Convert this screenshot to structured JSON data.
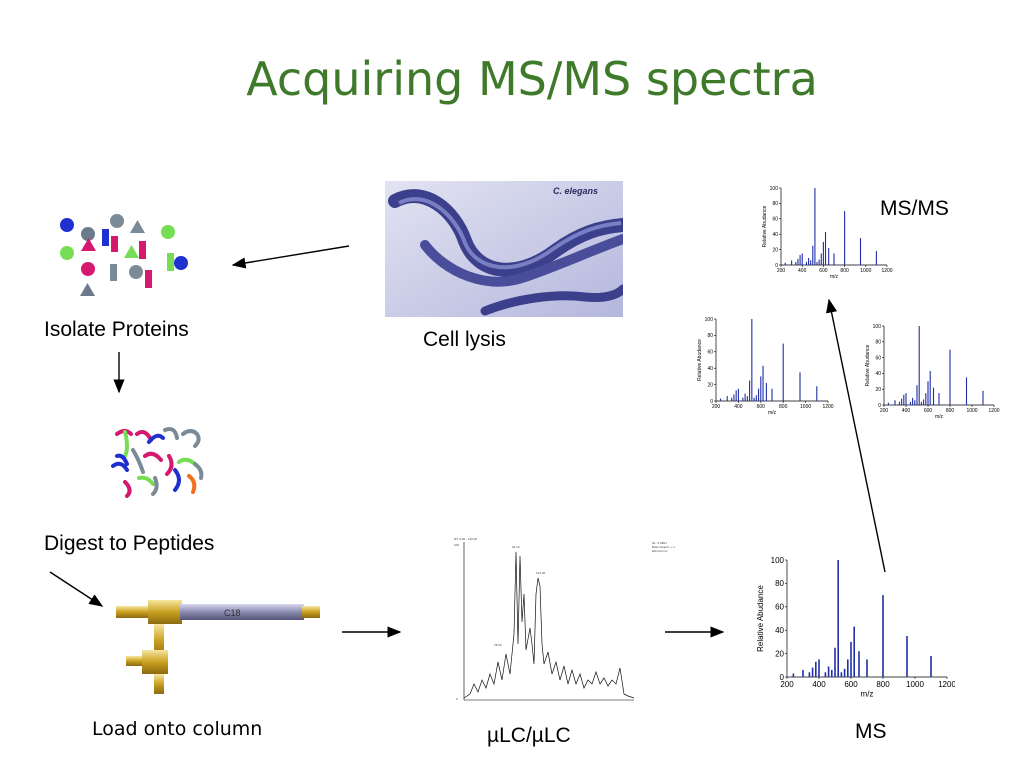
{
  "slide": {
    "title": "Acquiring MS/MS spectra"
  },
  "steps": {
    "cell_lysis": "Cell lysis",
    "isolate_proteins": "Isolate Proteins",
    "digest_to_peptides": "Digest to Peptides",
    "load_onto_column": "Load onto column",
    "lc_lc": "µLC/µLC",
    "ms": "MS",
    "ms_ms": "MS/MS"
  },
  "micrograph": {
    "caption": "C. elegans"
  },
  "column": {
    "label": "C18"
  },
  "spectrum_axes": {
    "ylabel": "Relative Abudance",
    "xlabel": "m/z",
    "xticks": [
      "200",
      "400",
      "600",
      "800",
      "1000",
      "1200"
    ],
    "yticks": [
      "0",
      "20",
      "40",
      "60",
      "80",
      "100"
    ]
  },
  "colors": {
    "title": "#3e7a2a",
    "spectrum_peaks": "#1f2fa8",
    "micrograph_bg": "#c9cce6",
    "worm": "#3c3f8c"
  },
  "chart_data": [
    {
      "type": "bar",
      "name": "MS spectrum",
      "xlabel": "m/z",
      "ylabel": "Relative Abudance",
      "xlim": [
        200,
        1200
      ],
      "ylim": [
        0,
        100
      ],
      "x": [
        240,
        300,
        340,
        360,
        380,
        400,
        440,
        460,
        480,
        500,
        520,
        540,
        560,
        580,
        600,
        620,
        650,
        700,
        800,
        950,
        1100
      ],
      "values": [
        3,
        6,
        4,
        8,
        13,
        15,
        4,
        9,
        6,
        25,
        100,
        4,
        7,
        15,
        30,
        43,
        22,
        15,
        70,
        35,
        18
      ]
    }
  ]
}
